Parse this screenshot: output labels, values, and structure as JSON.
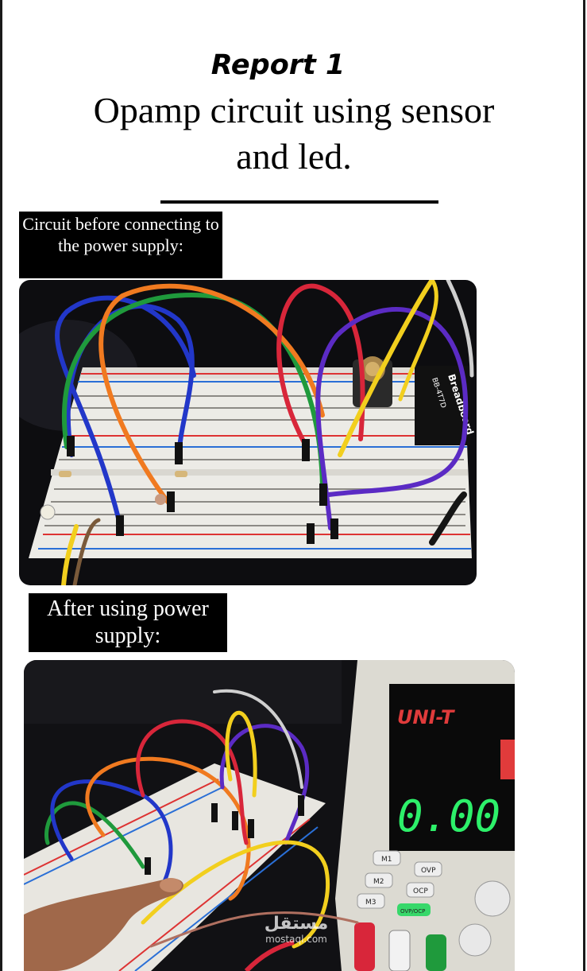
{
  "header": {
    "report_label": "Report 1",
    "title": "Opamp circuit using sensor and led."
  },
  "sections": [
    {
      "caption": "Circuit before connecting to the power supply:"
    },
    {
      "caption": "After using power supply:"
    }
  ],
  "breadboard_label": {
    "brand": "Breadboard",
    "model": "BB-4T7D"
  },
  "power_supply": {
    "brand": "UNI-T",
    "display_value": "0.00",
    "buttons": [
      "M1",
      "M2",
      "M3",
      "OVP",
      "OCP",
      "OVP/OCP"
    ]
  },
  "watermark": {
    "arabic": "مستقل",
    "latin": "mostaql.com"
  },
  "colors": {
    "background": "#ffffff",
    "caption_background": "#000000",
    "caption_text": "#ffffff",
    "wire_red": "#d8263a",
    "wire_blue": "#2237c9",
    "wire_green": "#1f9a3c",
    "wire_orange": "#f07a20",
    "wire_yellow": "#f2cf1e",
    "wire_purple": "#5b2bc4",
    "display_green": "#2df06a"
  }
}
